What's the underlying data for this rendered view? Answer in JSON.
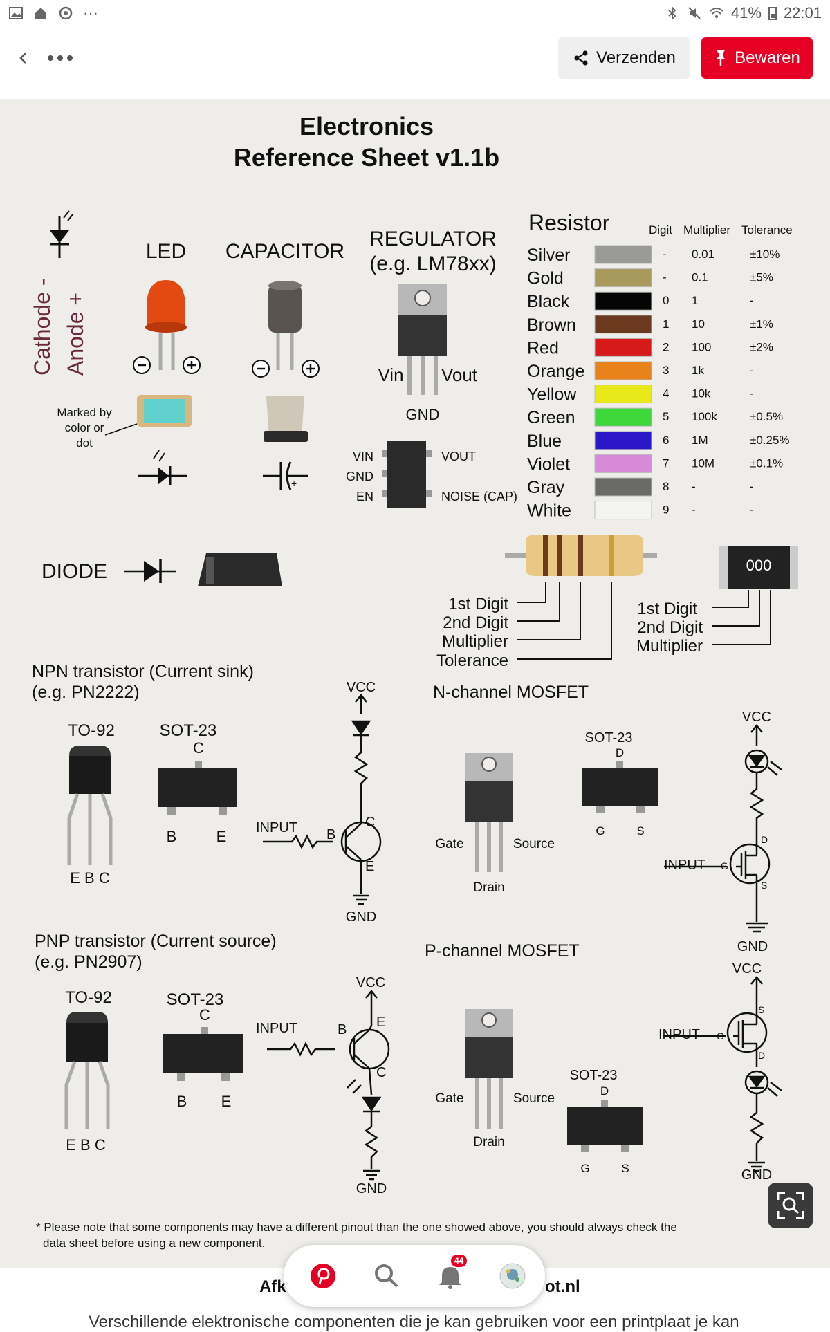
{
  "statusbar": {
    "battery": "41%",
    "time": "22:01"
  },
  "header": {
    "share_label": "Verzenden",
    "save_label": "Bewaren"
  },
  "sheet": {
    "title_line1": "Electronics",
    "title_line2": "Reference Sheet v1.1b",
    "led": {
      "side_cathode": "Cathode -",
      "side_anode": "Anode +",
      "label": "LED",
      "marked_line1": "Marked by",
      "marked_line2": "color or",
      "marked_line3": "dot"
    },
    "capacitor": {
      "label": "CAPACITOR"
    },
    "regulator": {
      "label_line1": "REGULATOR",
      "label_line2": "(e.g. LM78xx)",
      "vin": "Vin",
      "vout": "Vout",
      "gnd": "GND",
      "smd_vin": "VIN",
      "smd_gnd": "GND",
      "smd_en": "EN",
      "smd_vout": "VOUT",
      "smd_noise": "NOISE (CAP)"
    },
    "resistor": {
      "title": "Resistor",
      "col_digit": "Digit",
      "col_multiplier": "Multiplier",
      "col_tolerance": "Tolerance",
      "rows": [
        {
          "name": "Silver",
          "color": "#9a9a96",
          "digit": "-",
          "mult": "0.01",
          "tol": "±10%"
        },
        {
          "name": "Gold",
          "color": "#a89a5c",
          "digit": "-",
          "mult": "0.1",
          "tol": "±5%"
        },
        {
          "name": "Black",
          "color": "#050505",
          "digit": "0",
          "mult": "1",
          "tol": "-"
        },
        {
          "name": "Brown",
          "color": "#6b3a1e",
          "digit": "1",
          "mult": "10",
          "tol": "±1%"
        },
        {
          "name": "Red",
          "color": "#d8191a",
          "digit": "2",
          "mult": "100",
          "tol": "±2%"
        },
        {
          "name": "Orange",
          "color": "#e8831b",
          "digit": "3",
          "mult": "1k",
          "tol": "-"
        },
        {
          "name": "Yellow",
          "color": "#e8e81a",
          "digit": "4",
          "mult": "10k",
          "tol": "-"
        },
        {
          "name": "Green",
          "color": "#3ed83a",
          "digit": "5",
          "mult": "100k",
          "tol": "±0.5%"
        },
        {
          "name": "Blue",
          "color": "#2a18c8",
          "digit": "6",
          "mult": "1M",
          "tol": "±0.25%"
        },
        {
          "name": "Violet",
          "color": "#d68ad8",
          "digit": "7",
          "mult": "10M",
          "tol": "±0.1%"
        },
        {
          "name": "Gray",
          "color": "#6a6a66",
          "digit": "8",
          "mult": "-",
          "tol": "-"
        },
        {
          "name": "White",
          "color": "#f4f4f2",
          "digit": "9",
          "mult": "-",
          "tol": "-"
        }
      ],
      "legend_1st": "1st Digit",
      "legend_2nd": "2nd Digit",
      "legend_mult": "Multiplier",
      "legend_tol": "Tolerance",
      "smd_code": "000",
      "smd_1st": "1st Digit",
      "smd_2nd": "2nd Digit",
      "smd_mult": "Multiplier"
    },
    "diode": {
      "label": "DIODE"
    },
    "npn": {
      "title_line1": "NPN transistor (Current sink)",
      "title_line2": "(e.g. PN2222)",
      "to92": "TO-92",
      "sot23": "SOT-23",
      "c": "C",
      "b": "B",
      "e": "E",
      "pins": "E  B  C",
      "vcc": "VCC",
      "input": "INPUT",
      "gnd": "GND"
    },
    "nmos": {
      "title": "N-channel MOSFET",
      "sot23": "SOT-23",
      "d": "D",
      "g": "G",
      "s": "S",
      "gate": "Gate",
      "source": "Source",
      "drain": "Drain",
      "vcc": "VCC",
      "input": "INPUT",
      "gnd": "GND"
    },
    "pnp": {
      "title_line1": "PNP transistor (Current source)",
      "title_line2": "(e.g. PN2907)",
      "to92": "TO-92",
      "sot23": "SOT-23",
      "c": "C",
      "b": "B",
      "e": "E",
      "pins": "E  B  C",
      "vcc": "VCC",
      "input": "INPUT",
      "gnd": "GND"
    },
    "pmos": {
      "title": "P-channel MOSFET",
      "sot23": "SOT-23",
      "d": "D",
      "g": "G",
      "s": "S",
      "gate": "Gate",
      "source": "Source",
      "drain": "Drain",
      "vcc": "VCC",
      "input": "INPUT",
      "gnd": "GND"
    },
    "footnote_line1": "* Please note that some components may have a different pinout than the one showed above, you should always check the",
    "footnote_line2": "data sheet before using a new component."
  },
  "source": {
    "left": "Afk",
    "right": "ot.nl"
  },
  "nav": {
    "notification_count": "44"
  },
  "description": "Verschillende elektronische componenten die je kan gebruiken voor een printplaat je kan"
}
